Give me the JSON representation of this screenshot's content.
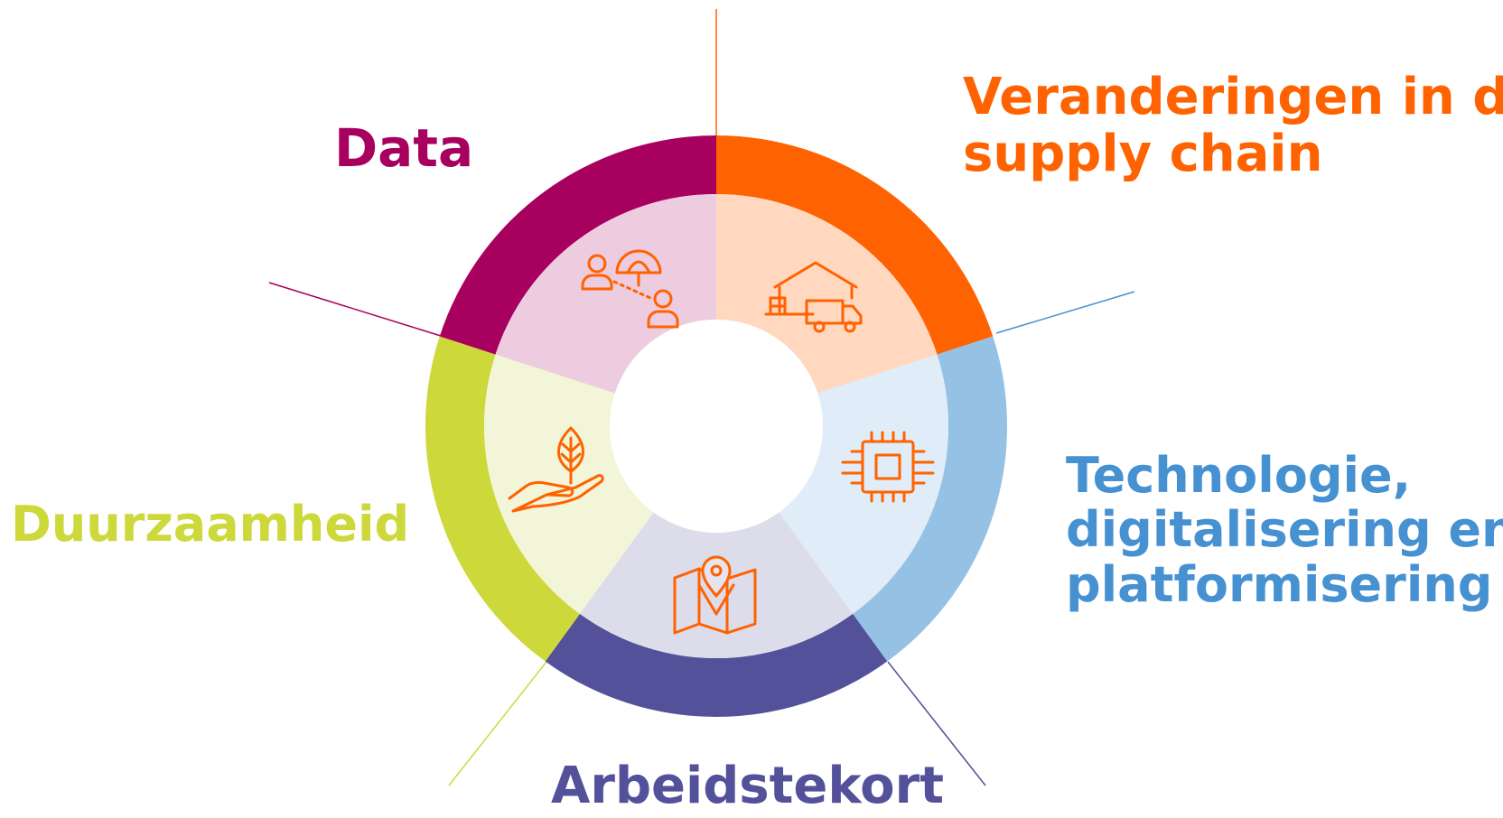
{
  "segments": [
    {
      "key": "data",
      "label": "Data",
      "color": "#a8005e",
      "light": "#edcce0",
      "icon": "people-umbrella-icon"
    },
    {
      "key": "supply",
      "label": "Veranderingen in de\nsupply chain",
      "color": "#ff6200",
      "light": "#ffd8bf",
      "icon": "warehouse-truck-icon"
    },
    {
      "key": "tech",
      "label": "Technologie,\ndigitalisering en\nplatformisering",
      "color": "#94c1e4",
      "light": "#e0ecf7",
      "text_color": "#4691d1",
      "icon": "microchip-icon"
    },
    {
      "key": "arbeid",
      "label": "Arbeidstekort",
      "color": "#525199",
      "light": "#dcdcea",
      "icon": "map-pin-icon"
    },
    {
      "key": "duur",
      "label": "Duurzaamheid",
      "color": "#cdd83a",
      "light": "#f3f5d8",
      "icon": "hand-leaf-icon"
    }
  ],
  "icon_color": "#ff6200"
}
